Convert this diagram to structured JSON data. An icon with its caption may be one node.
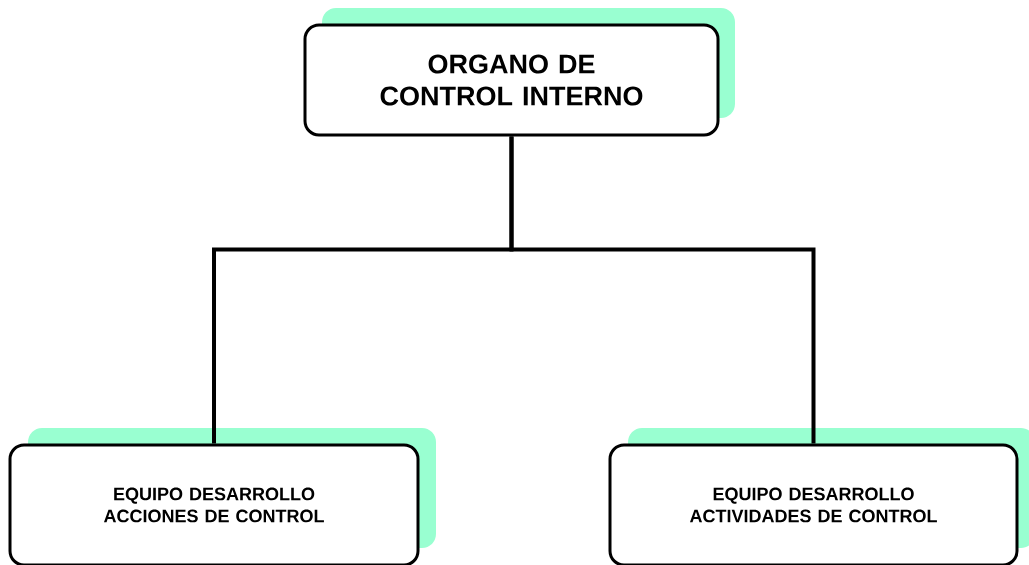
{
  "diagram": {
    "nodes": [
      {
        "text": [
          "ORGANO DE CONTROL INTERNO"
        ]
      },
      {
        "text": [
          "EQUIPO DESARROLLO ACCIONES DE CONTROL"
        ]
      },
      {
        "text": [
          "EQUIPO DESARROLLO ACTIVIDADES DE CONTROL"
        ]
      }
    ],
    "edges": [
      {
        "from": 0,
        "to": 1,
        "arrow": "none"
      },
      {
        "from": 0,
        "to": 2,
        "arrow": "none"
      }
    ]
  }
}
